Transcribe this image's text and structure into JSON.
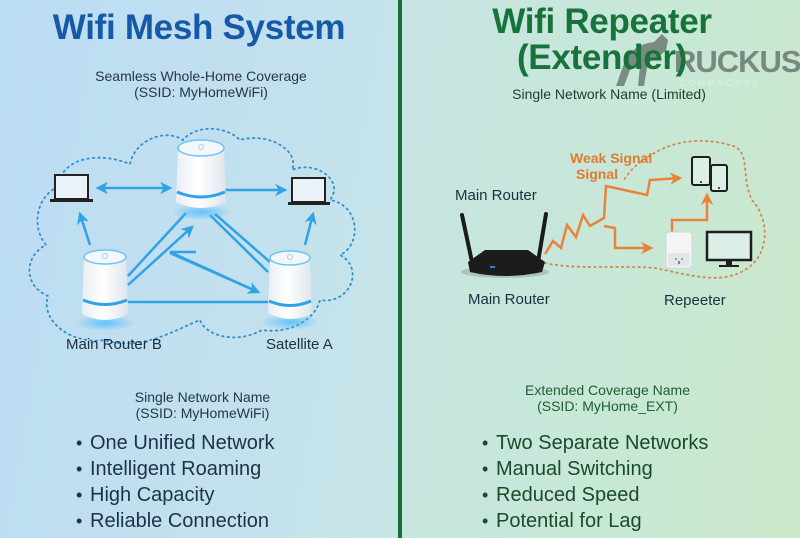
{
  "colors": {
    "mesh_accent": "#1659a6",
    "mesh_link": "#2fa3e6",
    "repeater_accent": "#18733a",
    "weak_signal": "#e8843a",
    "divider": "#176f33"
  },
  "mesh": {
    "title": "Wifi Mesh System",
    "subtitle_line1": "Seamless Whole-Home Coverage",
    "subtitle_line2": "(SSID: MyHomeWiFi)",
    "nodes": {
      "top": "mesh-node",
      "left_label": "Main Router B",
      "right_label": "Satellite A"
    },
    "devices": [
      "laptop-icon",
      "laptop-icon"
    ],
    "network_name_line1": "Single Network Name",
    "network_name_line2": "(SSID: MyHomeWiFi)",
    "bullets": [
      "One Unified Network",
      "Intelligent Roaming",
      "High Capacity",
      "Reliable Connection"
    ]
  },
  "repeater": {
    "title_line1": "Wifi Repeater",
    "title_line2": "(Extender)",
    "subtitle": "Single Network Name (Limited)",
    "main_router_label_top": "Main Router",
    "main_router_label_bottom": "Main Router",
    "weak_signal_line1": "Weak Signal",
    "weak_signal_line2": "Signal",
    "repeater_label": "Repeeter",
    "devices": [
      "tablet-icon",
      "tablet-icon",
      "monitor-icon"
    ],
    "network_name_line1": "Extended Coverage Name",
    "network_name_line2": "(SSID: MyHome_EXT)",
    "bullets": [
      "Two Separate Networks",
      "Manual Switching",
      "Reduced Speed",
      "Potential for Lag"
    ]
  },
  "watermark": {
    "brand": "RUCKUS",
    "sub": "COMMSCOPE"
  }
}
